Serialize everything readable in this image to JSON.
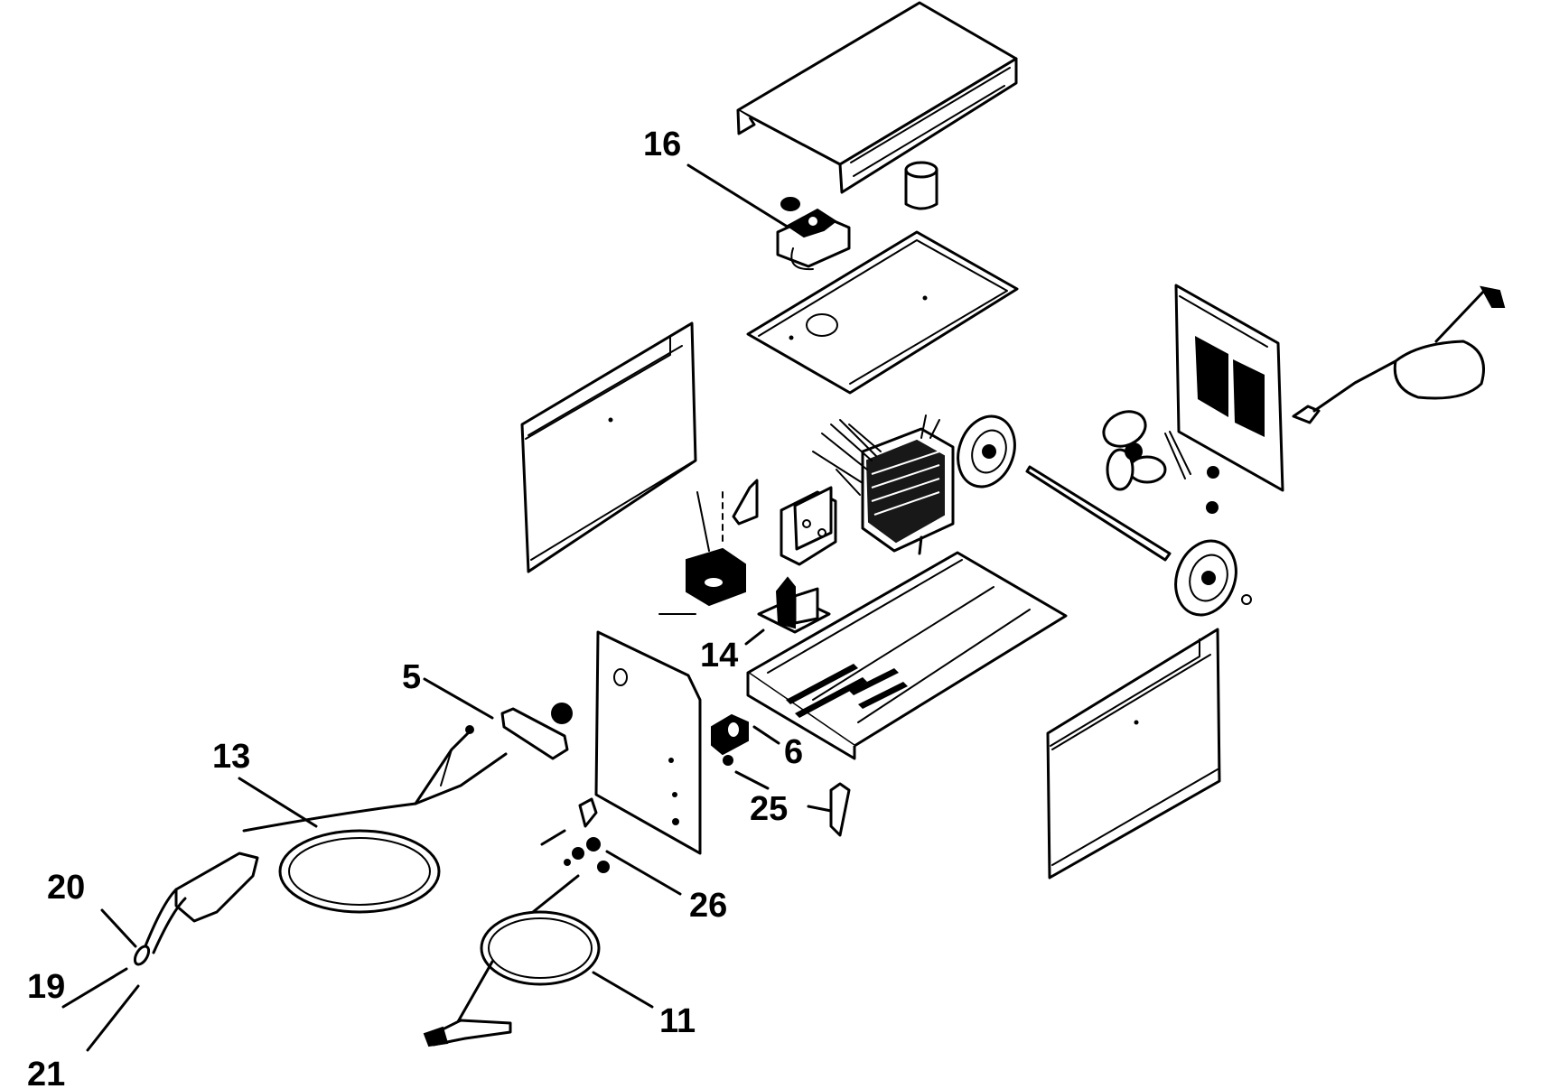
{
  "title": "Welder exploded parts diagram",
  "line_color": "#000000",
  "background_color": "#ffffff",
  "callouts": [
    {
      "id": "5",
      "label": "5",
      "part": "handle"
    },
    {
      "id": "6",
      "label": "6",
      "part": "knob"
    },
    {
      "id": "11",
      "label": "11",
      "part": "ground-cable-with-clamp"
    },
    {
      "id": "13",
      "label": "13",
      "part": "welding-torch-cable"
    },
    {
      "id": "14",
      "label": "14",
      "part": "relay"
    },
    {
      "id": "16",
      "label": "16",
      "part": "switch"
    },
    {
      "id": "19",
      "label": "19",
      "part": "contact-tip"
    },
    {
      "id": "20",
      "label": "20",
      "part": "nozzle"
    },
    {
      "id": "21",
      "label": "21",
      "part": "gas-nozzle"
    },
    {
      "id": "25",
      "label": "25",
      "part": "clip"
    },
    {
      "id": "26",
      "label": "26",
      "part": "cable-gland"
    }
  ],
  "unlabeled_parts": [
    "top-cover",
    "knob-cap",
    "inner-tray",
    "left-side-panel",
    "right-side-panel",
    "rear-panel",
    "power-cord",
    "fan",
    "transformer",
    "wheel-left",
    "wheel-right",
    "axle",
    "base-plate",
    "front-panel",
    "rectifier",
    "bracket",
    "rectifier-mount",
    "fuse-holder"
  ]
}
